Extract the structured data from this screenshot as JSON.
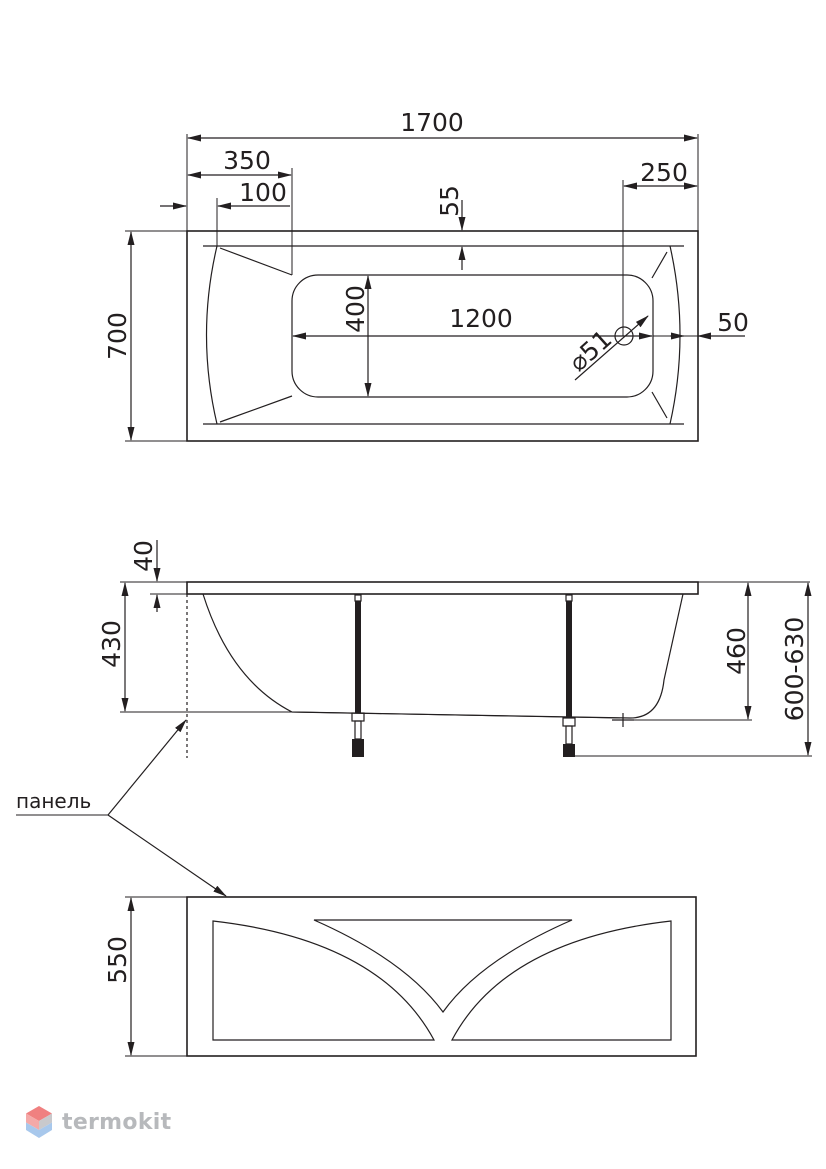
{
  "top_view": {
    "length": "1700",
    "offset_left": "350",
    "offset_rim": "100",
    "offset_drain": "250",
    "rim_top": "55",
    "width": "700",
    "bowl_width": "400",
    "bowl_length": "1200",
    "drain_diameter": "⌀51",
    "rim_right": "50"
  },
  "side_view": {
    "rim_thickness": "40",
    "depth": "430",
    "inner_height": "460",
    "total_height": "600-630"
  },
  "panel": {
    "label": "панель",
    "height": "550"
  },
  "logo": {
    "text": "termokit",
    "colors": {
      "top": "#f08080",
      "left": "#f4a9a8",
      "right": "#c9c9cc",
      "bottom": "#a8c8ec"
    },
    "icon": "cube-icon"
  }
}
